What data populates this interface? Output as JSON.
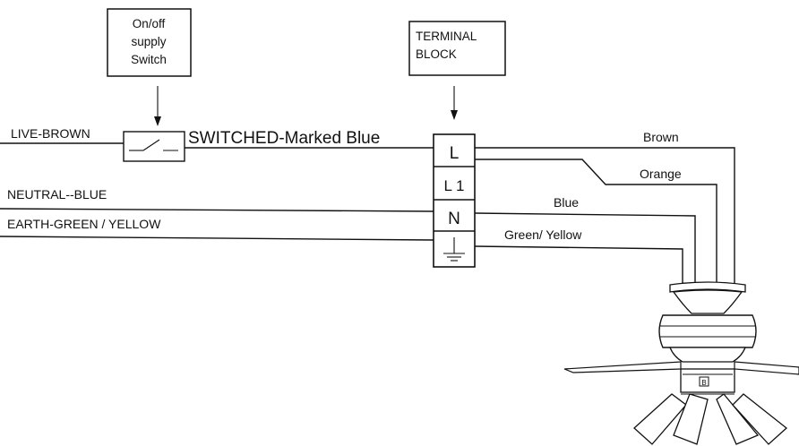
{
  "supply_switch_box": [
    "On/off",
    "supply",
    "Switch"
  ],
  "terminal_block_box": [
    "TERMINAL",
    "BLOCK"
  ],
  "mains": {
    "live": "LIVE-BROWN",
    "switched": "SWITCHED-Marked Blue",
    "neutral": "NEUTRAL--BLUE",
    "earth": "EARTH-GREEN / YELLOW"
  },
  "terminals": {
    "t1": "L",
    "t2": "L 1",
    "t3": "N"
  },
  "fan_wires": {
    "brown": "Brown",
    "orange": "Orange",
    "blue": "Blue",
    "green_yellow": "Green/ Yellow"
  },
  "fan_badge": "B"
}
